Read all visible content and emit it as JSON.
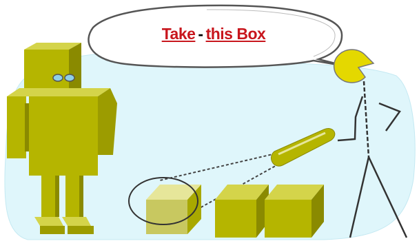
{
  "speech": {
    "word_take": "Take",
    "separator": "-",
    "phrase_box": "this Box"
  },
  "colors": {
    "background_blob": "#dff6fb",
    "robot": "#b5b500",
    "robot_dark": "#8a8a00",
    "robot_light": "#d4d44a",
    "eyes": "#8fd0e8",
    "link_red": "#c8161d",
    "stick_figure_head": "#e4d800"
  },
  "icons": [
    "robot",
    "speech-bubble",
    "stick-figure",
    "pointing-wand",
    "selected-box",
    "box"
  ]
}
